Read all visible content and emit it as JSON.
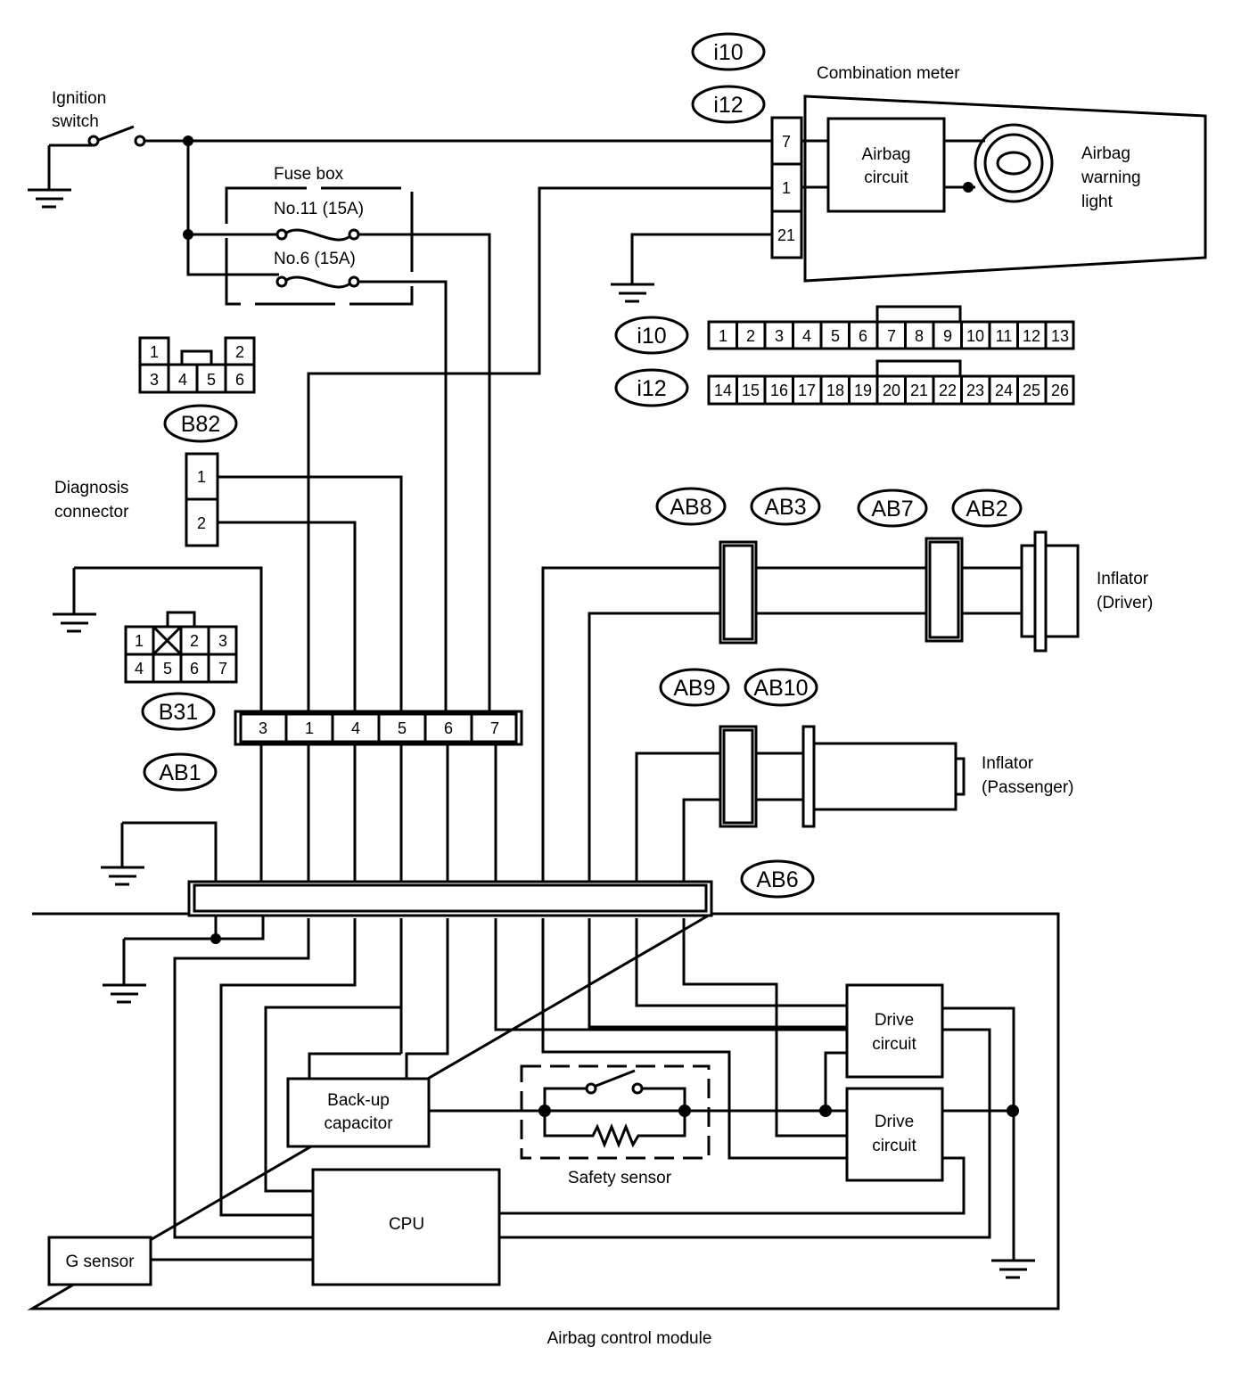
{
  "labels": {
    "ignition_line1": "Ignition",
    "ignition_line2": "switch",
    "fuse_box": "Fuse box",
    "fuse1": "No.11 (15A)",
    "fuse2": "No.6 (15A)",
    "combination_meter": "Combination meter",
    "airbag_circuit_line1": "Airbag",
    "airbag_circuit_line2": "circuit",
    "warning_line1": "Airbag",
    "warning_line2": "warning",
    "warning_line3": "light",
    "diag_line1": "Diagnosis",
    "diag_line2": "connector",
    "inflator_driver_line1": "Inflator",
    "inflator_driver_line2": "(Driver)",
    "inflator_pass_line1": "Inflator",
    "inflator_pass_line2": "(Passenger)",
    "backup_line1": "Back-up",
    "backup_line2": "capacitor",
    "safety_sensor": "Safety sensor",
    "drive_line1": "Drive",
    "drive_line2": "circuit",
    "cpu": "CPU",
    "g_sensor": "G sensor",
    "module": "Airbag control module"
  },
  "connector_tags": {
    "i10": "i10",
    "i12": "i12",
    "b82": "B82",
    "b31": "B31",
    "ab1": "AB1",
    "ab8": "AB8",
    "ab3": "AB3",
    "ab7": "AB7",
    "ab2": "AB2",
    "ab9": "AB9",
    "ab10": "AB10",
    "ab6": "AB6"
  },
  "meter_pins": [
    "7",
    "1",
    "21"
  ],
  "i10_pins": [
    "1",
    "2",
    "3",
    "4",
    "5",
    "6",
    "7",
    "8",
    "9",
    "10",
    "11",
    "12",
    "13"
  ],
  "i12_pins": [
    "14",
    "15",
    "16",
    "17",
    "18",
    "19",
    "20",
    "21",
    "22",
    "23",
    "24",
    "25",
    "26"
  ],
  "b82_pins": [
    "1",
    "2",
    "3",
    "4",
    "5",
    "6"
  ],
  "diag_pins": [
    "1",
    "2"
  ],
  "b31_pins": [
    "1",
    "2",
    "3",
    "4",
    "5",
    "6",
    "7"
  ],
  "ab1_pins": [
    "3",
    "1",
    "4",
    "5",
    "6",
    "7"
  ]
}
